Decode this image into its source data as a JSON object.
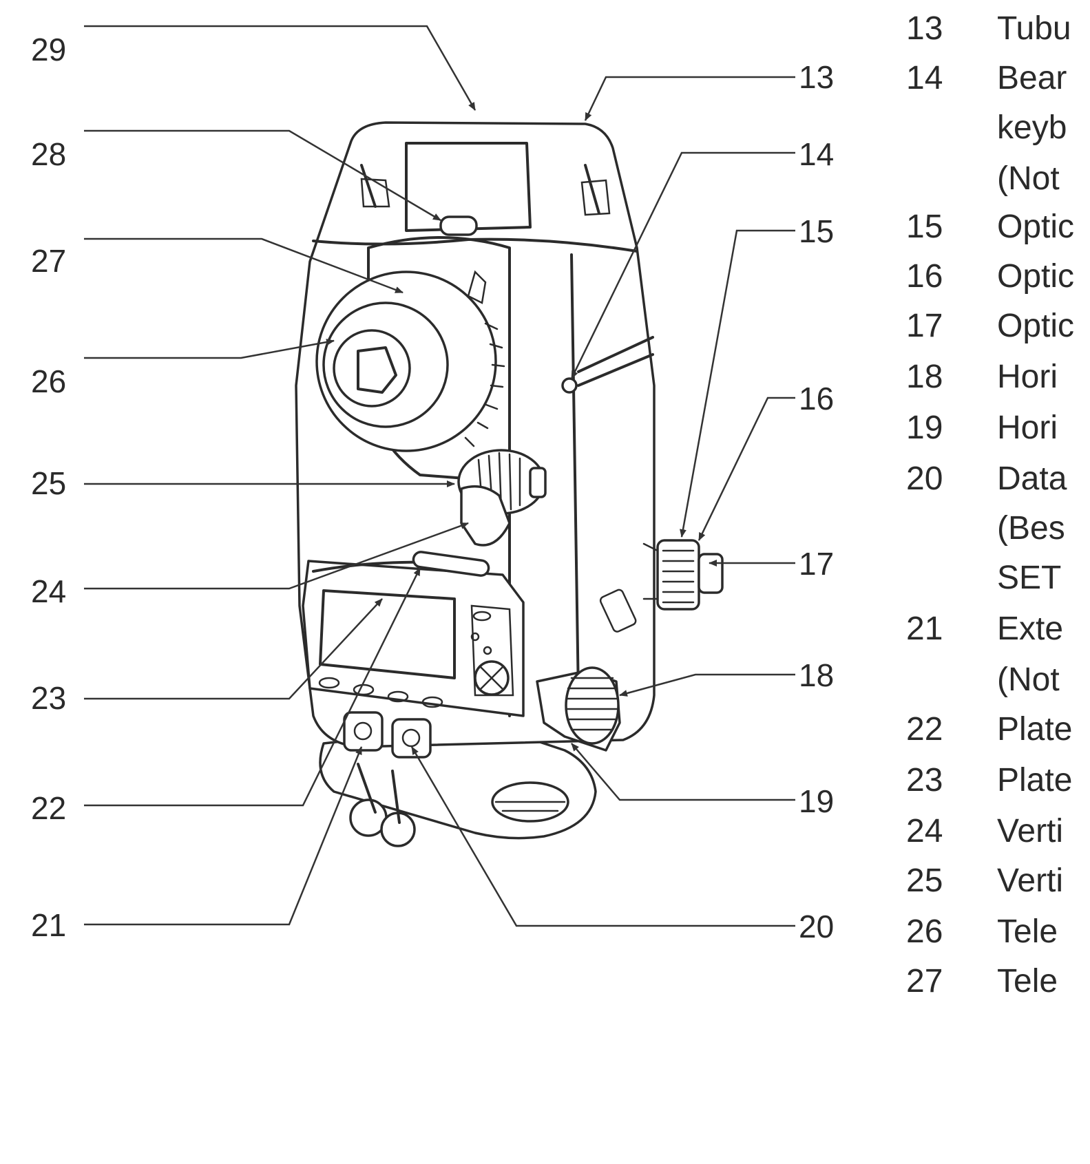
{
  "callouts": {
    "c29": "29",
    "c28": "28",
    "c27": "27",
    "c26": "26",
    "c25": "25",
    "c24": "24",
    "c23": "23",
    "c22": "22",
    "c21": "21",
    "c13": "13",
    "c14": "14",
    "c15": "15",
    "c16": "16",
    "c17": "17",
    "c18": "18",
    "c19": "19",
    "c20": "20"
  },
  "parts": [
    {
      "num": "13",
      "text": "Tubu"
    },
    {
      "num": "14",
      "text": "Bear",
      "cont": [
        "keyb",
        "(Not"
      ]
    },
    {
      "num": "15",
      "text": "Optic"
    },
    {
      "num": "16",
      "text": "Optic"
    },
    {
      "num": "17",
      "text": "Optic"
    },
    {
      "num": "18",
      "text": "Hori"
    },
    {
      "num": "19",
      "text": "Hori"
    },
    {
      "num": "20",
      "text": "Data",
      "cont": [
        "(Bes",
        "SET"
      ]
    },
    {
      "num": "21",
      "text": "Exte",
      "cont": [
        "(Not"
      ]
    },
    {
      "num": "22",
      "text": "Plate"
    },
    {
      "num": "23",
      "text": "Plate"
    },
    {
      "num": "24",
      "text": "Verti"
    },
    {
      "num": "25",
      "text": "Verti"
    },
    {
      "num": "26",
      "text": "Tele"
    },
    {
      "num": "27",
      "text": "Tele"
    }
  ]
}
